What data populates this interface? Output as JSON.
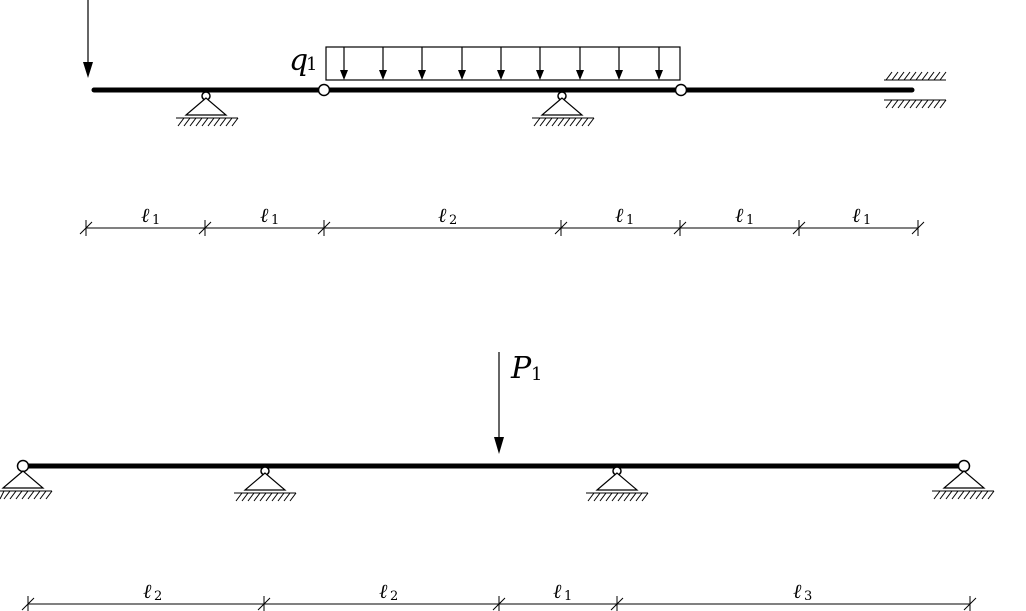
{
  "diagram": {
    "beam_top": {
      "load_label": {
        "symbol": "q",
        "subscript": "1"
      },
      "dimensions": [
        {
          "symbol": "ℓ",
          "subscript": "1"
        },
        {
          "symbol": "ℓ",
          "subscript": "1"
        },
        {
          "symbol": "ℓ",
          "subscript": "2"
        },
        {
          "symbol": "ℓ",
          "subscript": "1"
        },
        {
          "symbol": "ℓ",
          "subscript": "1"
        },
        {
          "symbol": "ℓ",
          "subscript": "1"
        }
      ]
    },
    "beam_bottom": {
      "load_label": {
        "symbol": "P",
        "subscript": "1"
      },
      "dimensions": [
        {
          "symbol": "ℓ",
          "subscript": "2"
        },
        {
          "symbol": "ℓ",
          "subscript": "2"
        },
        {
          "symbol": "ℓ",
          "subscript": "1"
        },
        {
          "symbol": "ℓ",
          "subscript": "3"
        }
      ]
    }
  }
}
